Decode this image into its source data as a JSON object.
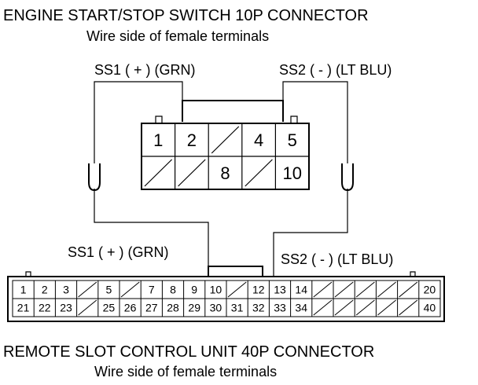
{
  "top_connector": {
    "title": "ENGINE START/STOP SWITCH 10P CONNECTOR",
    "subtitle": "Wire side of female terminals",
    "label_left": "SS1 ( + ) (GRN)",
    "label_right": "SS2 ( - ) (LT BLU)",
    "row1": [
      "1",
      "2",
      "",
      "4",
      "5"
    ],
    "row2": [
      "",
      "",
      "8",
      "",
      "10"
    ]
  },
  "bottom_connector": {
    "title": "REMOTE SLOT CONTROL UNIT 40P CONNECTOR",
    "subtitle": "Wire side of female terminals",
    "label_left": "SS1 ( + ) (GRN)",
    "label_right": "SS2 ( - ) (LT BLU)",
    "row1": [
      "1",
      "2",
      "3",
      "",
      "5",
      "",
      "7",
      "8",
      "9",
      "10",
      "",
      "12",
      "13",
      "14",
      "",
      "",
      "",
      "",
      "",
      "20"
    ],
    "row2": [
      "21",
      "22",
      "23",
      "",
      "25",
      "26",
      "27",
      "28",
      "29",
      "30",
      "31",
      "32",
      "33",
      "34",
      "",
      "",
      "",
      "",
      "",
      "40"
    ]
  }
}
